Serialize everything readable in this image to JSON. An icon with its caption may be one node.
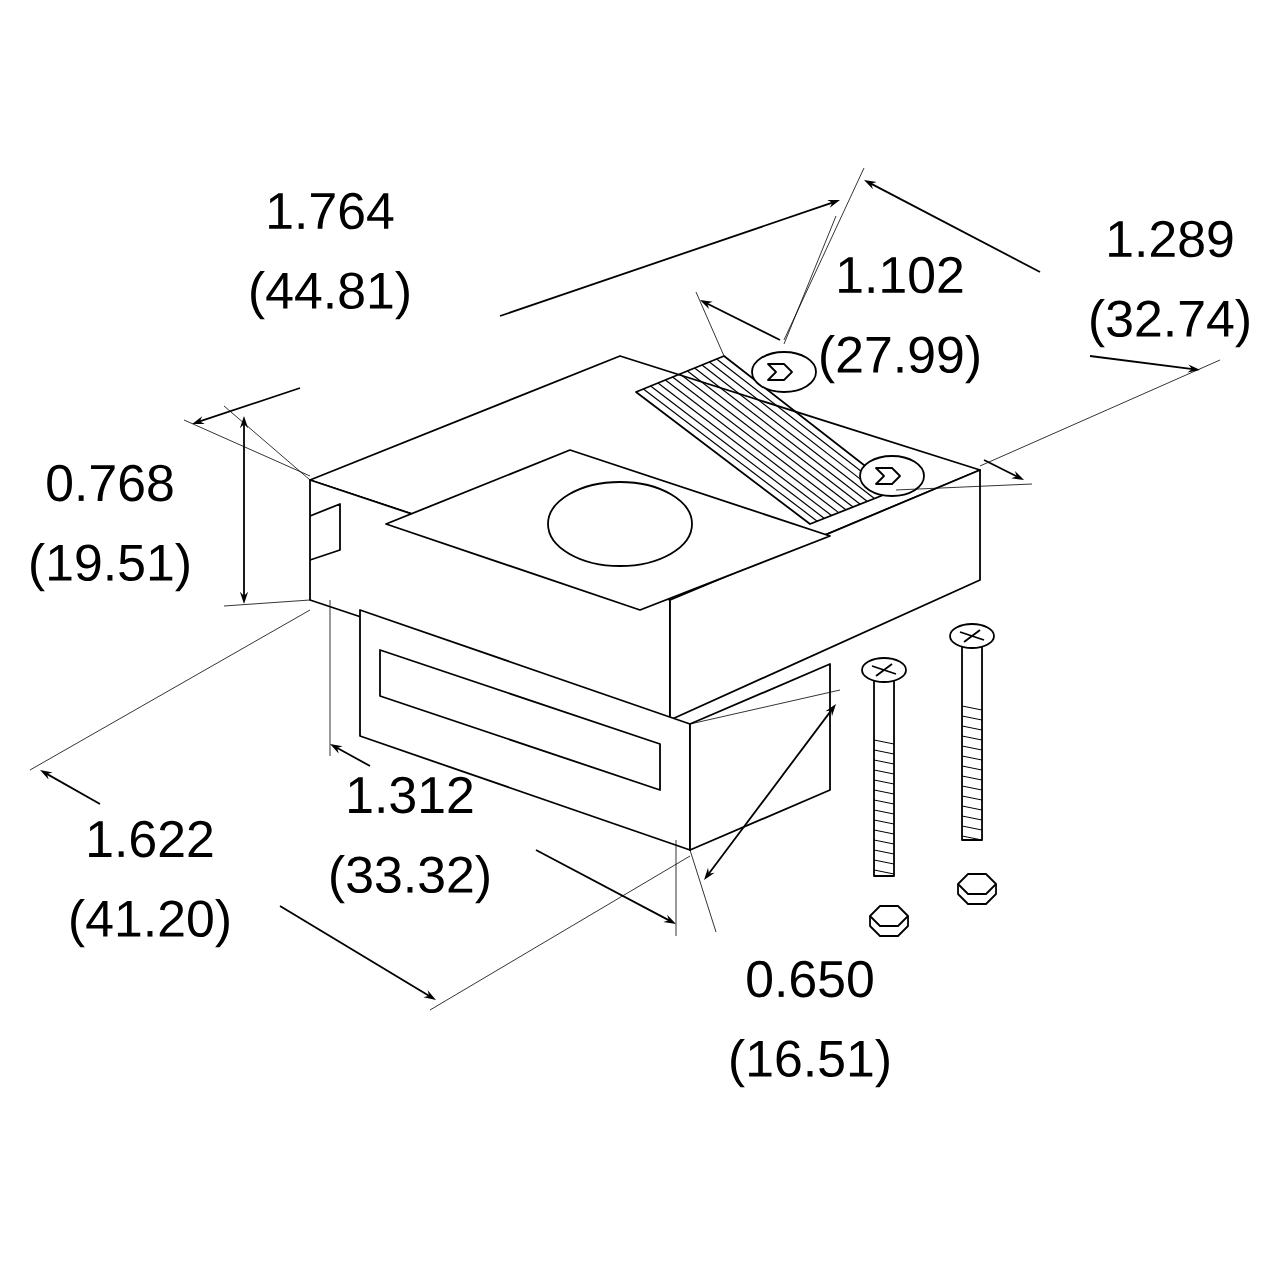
{
  "diagram": {
    "labels": [
      "1.764 (44.81)",
      "1.289 (32.74)",
      "1.102 (27.99)",
      "0.768 (19.51)",
      "1.312 (33.32)",
      "1.622 (41.20)",
      "0.650 (16.51)"
    ]
  }
}
